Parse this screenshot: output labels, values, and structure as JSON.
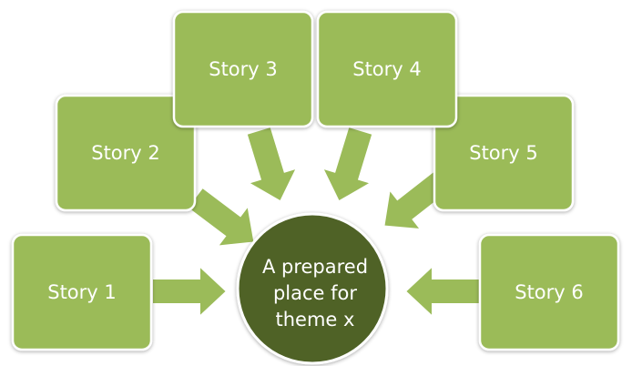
{
  "diagram": {
    "stories": [
      {
        "label": "Story 1"
      },
      {
        "label": "Story 2"
      },
      {
        "label": "Story 3"
      },
      {
        "label": "Story 4"
      },
      {
        "label": "Story 5"
      },
      {
        "label": "Story 6"
      }
    ],
    "center": {
      "lines": [
        "A prepared",
        "place for",
        "theme x"
      ]
    },
    "colors": {
      "box_fill": "#9bbb59",
      "box_stroke": "#ffffff",
      "arrow_fill": "#9bbb59",
      "arrow_stroke": "#ffffff",
      "center_fill": "#4f6228",
      "center_stroke": "#ffffff",
      "text": "#ffffff"
    }
  }
}
